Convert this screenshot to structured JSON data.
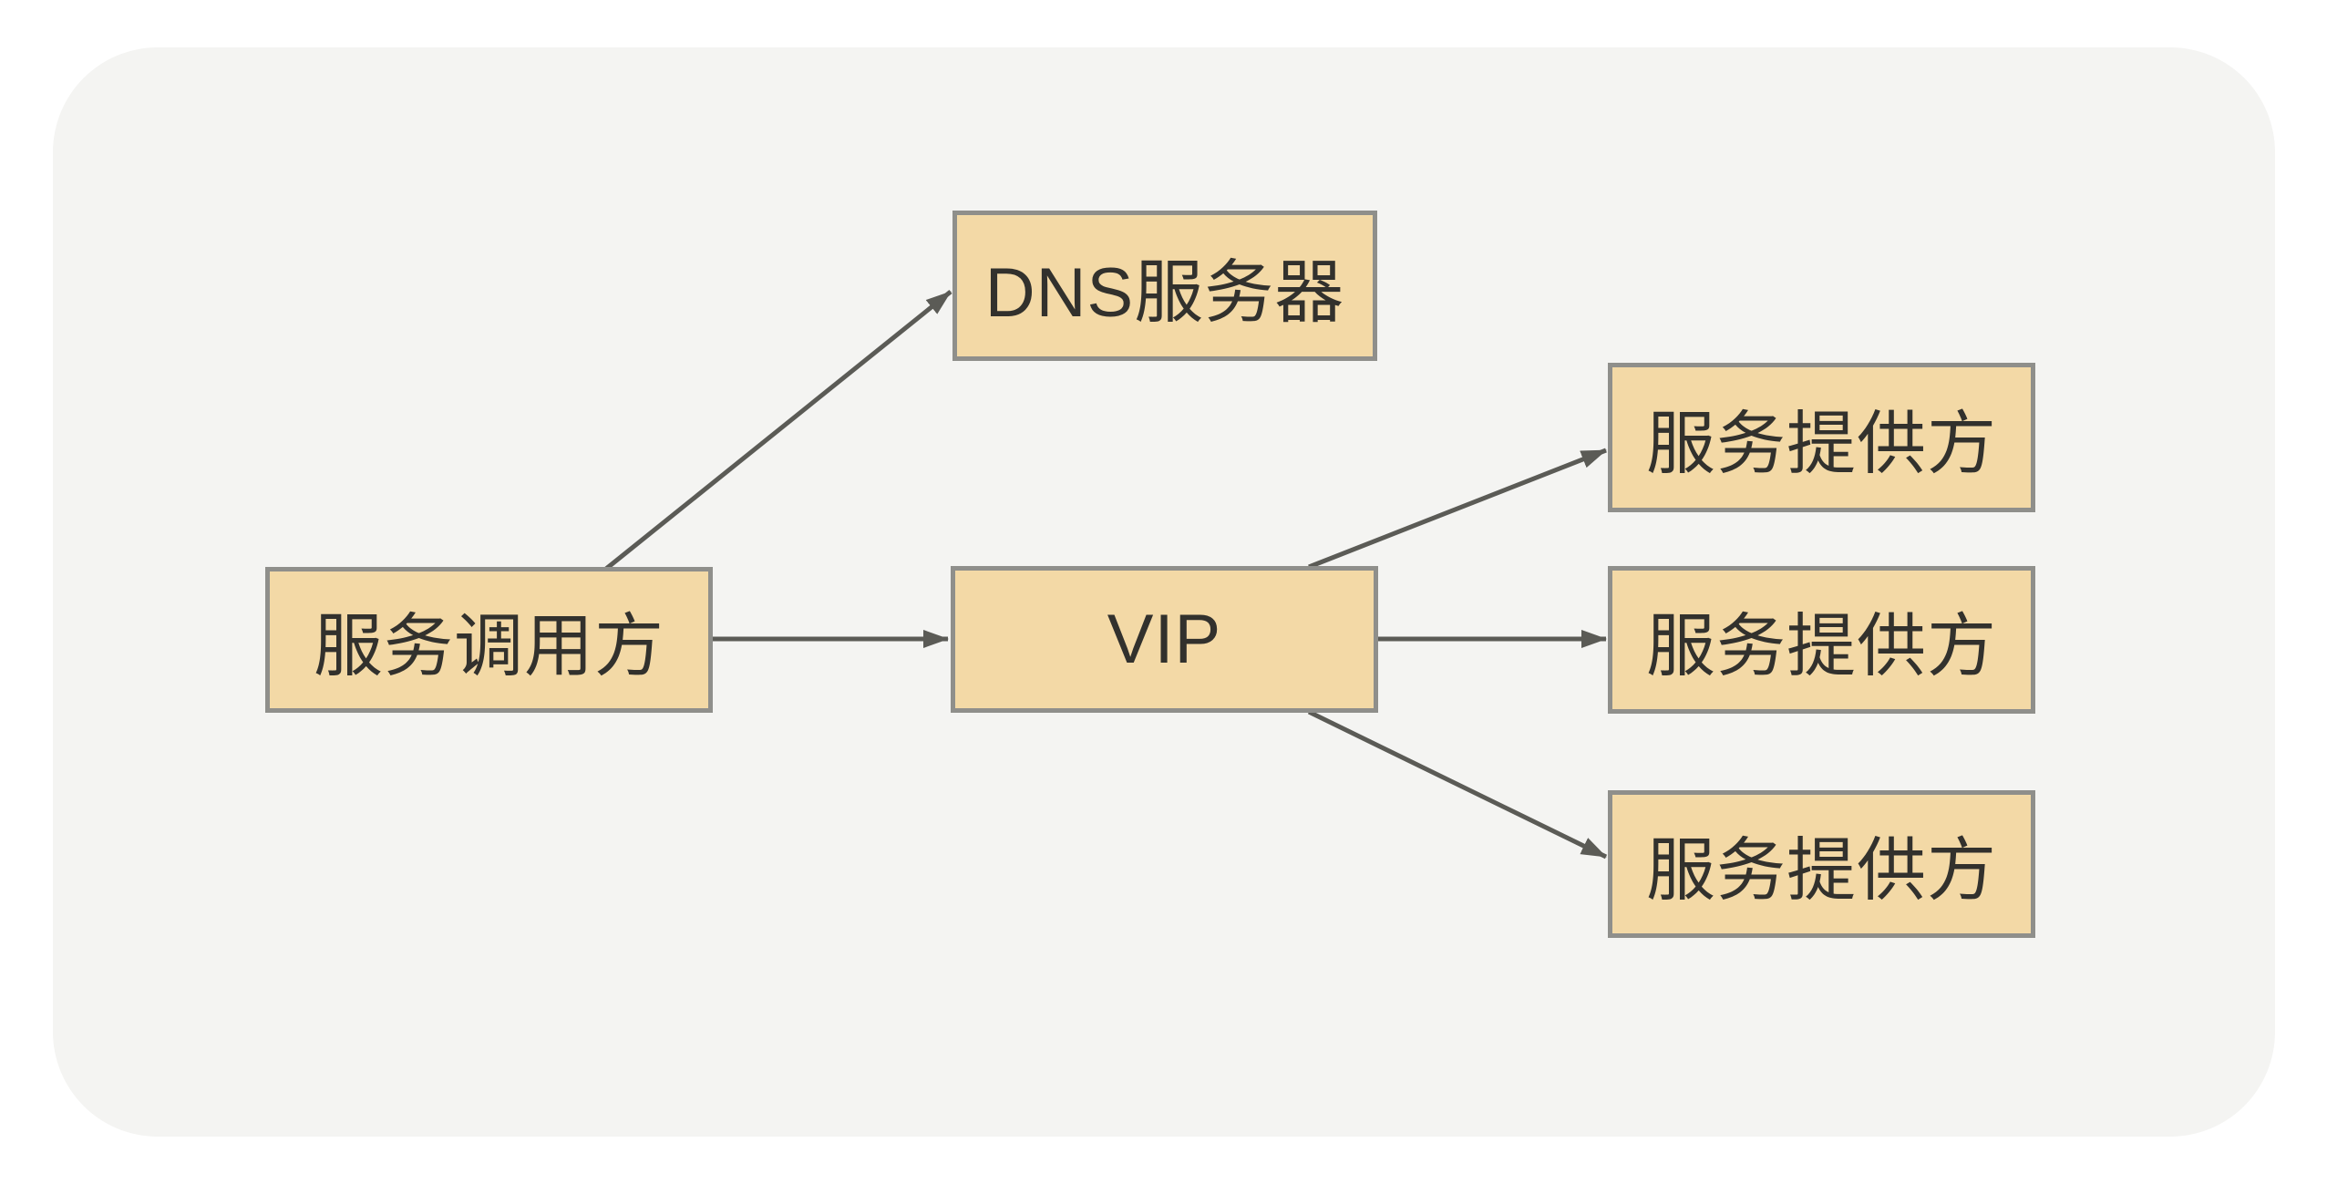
{
  "diagram": {
    "title": "service-discovery-vip-diagram",
    "colors": {
      "page_bg": "#ffffff",
      "panel_bg": "#f4f4f2",
      "node_fill": "#f3d9a6",
      "node_border": "#8f8f8b",
      "arrow": "#5b5b56",
      "text": "#32312d"
    },
    "nodes": [
      {
        "id": "caller",
        "label": "服务调用方"
      },
      {
        "id": "dns",
        "label": "DNS服务器"
      },
      {
        "id": "vip",
        "label": "VIP"
      },
      {
        "id": "provider1",
        "label": "服务提供方"
      },
      {
        "id": "provider2",
        "label": "服务提供方"
      },
      {
        "id": "provider3",
        "label": "服务提供方"
      }
    ],
    "edges": [
      {
        "from": "caller",
        "to": "dns",
        "style": "arrow"
      },
      {
        "from": "caller",
        "to": "vip",
        "style": "arrow"
      },
      {
        "from": "vip",
        "to": "provider1",
        "style": "arrow"
      },
      {
        "from": "vip",
        "to": "provider2",
        "style": "arrow"
      },
      {
        "from": "vip",
        "to": "provider3",
        "style": "arrow"
      }
    ]
  }
}
